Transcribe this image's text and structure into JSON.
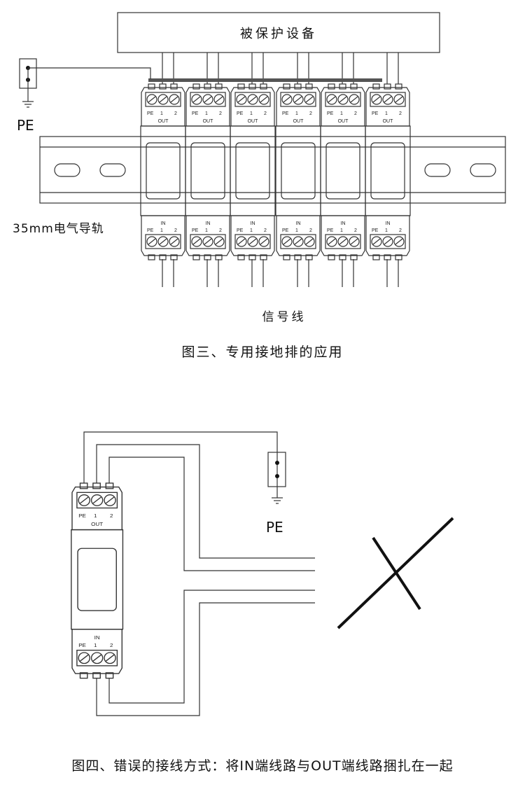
{
  "figure3": {
    "device_label": "被保护设备",
    "pe_label": "PE",
    "rail_label": "35mm电气导轨",
    "signal_label": "信号线",
    "caption": "图三、专用接地排的应用",
    "module_count": 6
  },
  "module": {
    "out_label": "OUT",
    "in_label": "IN",
    "pe": "PE",
    "t1": "1",
    "t2": "2"
  },
  "figure4": {
    "pe_label": "PE",
    "caption": "图四、错误的接线方式：将IN端线路与OUT端线路捆扎在一起"
  }
}
